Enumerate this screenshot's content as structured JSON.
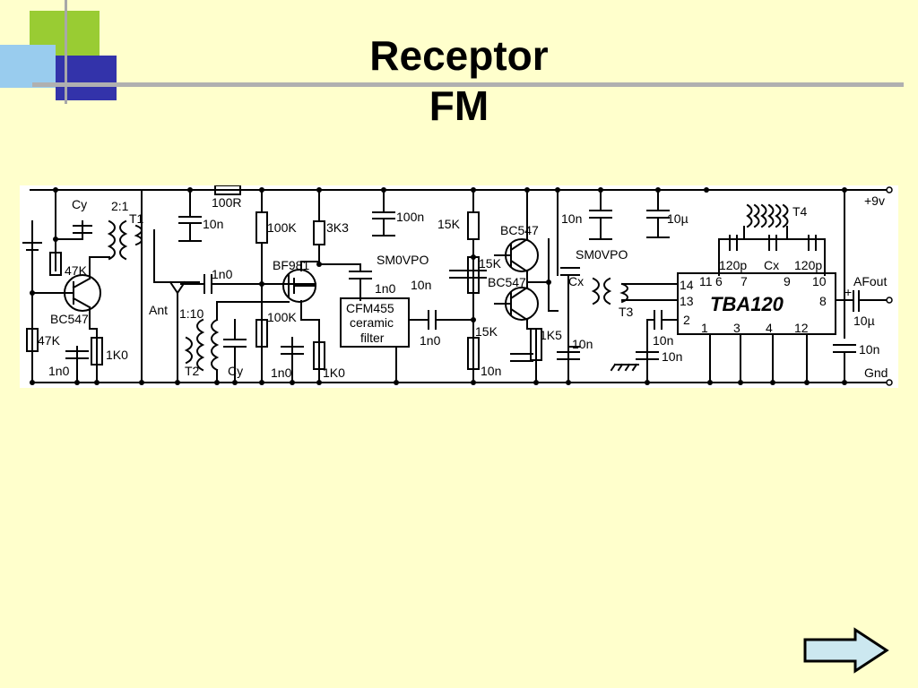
{
  "slide": {
    "title_line1": "Receptor",
    "title_line2": "FM"
  },
  "colors": {
    "background": "#ffffcc",
    "deco_green": "#99cc33",
    "deco_blue": "#3333aa",
    "deco_light_blue": "#99ccee",
    "rule": "#a8a8a8",
    "arrow_fill": "#cce8f0"
  },
  "schematic": {
    "labels": {
      "cy_top": "Cy",
      "ratio_2_1": "2:1",
      "t1": "T1",
      "r_100r": "100R",
      "c_10n_top": "10n",
      "r_100k_top": "100K",
      "r_3k3": "3K3",
      "c_100n": "100n",
      "r_15k_a": "15K",
      "bc547_a": "BC547",
      "c_10n_sm": "10n",
      "c_10u_top": "10µ",
      "t4": "T4",
      "supply": "+9v",
      "r_47k_a": "47K",
      "bc547_left": "BC547",
      "ant": "Ant",
      "c_1n0_a": "1n0",
      "bf981": "BF981",
      "sm0vpo_a": "SM0VPO",
      "filter_line1": "CFM455",
      "filter_line2": "ceramic",
      "filter_line3": "filter",
      "c_1n0_b": "1n0",
      "c_10n_mid": "10n",
      "r_15k_b": "15K",
      "bc547_b": "BC547",
      "sm0vpo_b": "SM0VPO",
      "cx_t3": "Cx",
      "t3": "T3",
      "c_120p_a": "120p",
      "cx_t4": "Cx",
      "c_120p_b": "120p",
      "pin_14": "14",
      "pin_11": "11",
      "pin_6": "6",
      "pin_7": "7",
      "pin_9": "9",
      "pin_10": "10",
      "pin_13": "13",
      "ic": "TBA120",
      "pin_8": "8",
      "pin_2": "2",
      "pin_1": "1",
      "pin_3": "3",
      "pin_4": "4",
      "pin_12": "12",
      "afout": "AFout",
      "plus": "+",
      "c_10u_out": "10µ",
      "c_10n_out": "10n",
      "gnd": "Gnd",
      "ratio_1_10": "1:10",
      "r_100k_b": "100K",
      "r_47k_b": "47K",
      "r_1k0_a": "1K0",
      "c_1n0_c": "1n0",
      "t2": "T2",
      "cy_bottom": "Cy",
      "c_1n0_d": "1n0",
      "r_1k0_b": "1K0",
      "c_1n0_e": "1n0",
      "r_15k_c": "15K",
      "r_1k5": "1K5",
      "c_10n_e": "10n",
      "c_10n_f": "10n",
      "c_10n_g": "10n",
      "c_10n_h": "10n",
      "c_10n_i": "10n"
    }
  }
}
